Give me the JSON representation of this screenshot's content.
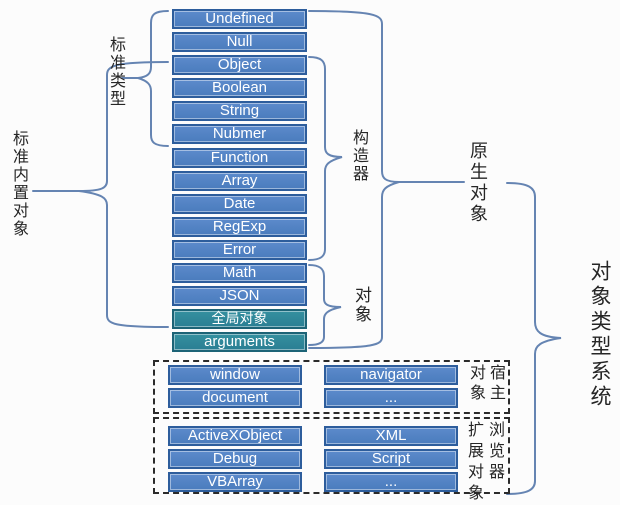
{
  "colors": {
    "box_blue": "#4a7cbd",
    "box_blue_border": "#2d5d9c",
    "box_teal": "#2a7e93",
    "box_teal_border": "#1c6376",
    "brace_line": "#6584b2",
    "box_text": "#ffffff",
    "label_text": "#262626",
    "dashed_border": "#2b2b2b",
    "background": "#fcfcfc"
  },
  "main_stack": [
    "Undefined",
    "Null",
    "Object",
    "Boolean",
    "String",
    "Nubmer",
    "Function",
    "Array",
    "Date",
    "RegExp",
    "Error",
    "Math",
    "JSON",
    "全局对象",
    "arguments"
  ],
  "labels": {
    "standard_types": "标准类型",
    "standard_builtin_objects": "标准内置对象",
    "constructors": "构造器",
    "objects": "对象",
    "native_objects": "原生对象",
    "object_type_system": "对象类型系统",
    "host_objects_lines": [
      "宿主",
      "对象"
    ],
    "browser_extension_lines": [
      "浏览器",
      "扩展对象"
    ]
  },
  "host_box": {
    "left_col": [
      "window",
      "document"
    ],
    "right_col": [
      "navigator",
      "..."
    ]
  },
  "extension_box": {
    "left_col": [
      "ActiveXObject",
      "Debug",
      "VBArray"
    ],
    "right_col": [
      "XML",
      "Script",
      "..."
    ]
  }
}
